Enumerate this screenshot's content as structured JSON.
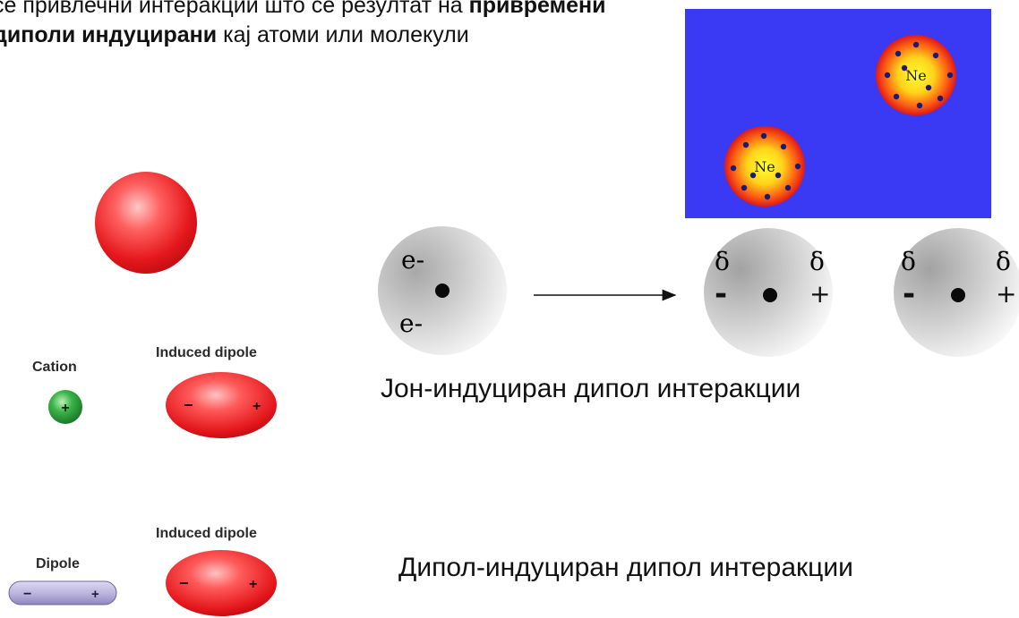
{
  "intro": {
    "line1_prefix": "се привлечни интеракции што се резултат на",
    "line1_bold": "привремени",
    "line2_bold": "диполи индуцирани",
    "line2_rest": "кај атоми или молекули"
  },
  "neon_panel": {
    "atom_label": "Ne",
    "background": "#3a3af5"
  },
  "left_figures": {
    "cation_label": "Cation",
    "cation_sign": "+",
    "induced_dipole_label_1": "Induced dipole",
    "dipole_label": "Dipole",
    "induced_dipole_label_2": "Induced dipole",
    "minus_sign": "−",
    "plus_sign": "+"
  },
  "polarization_diagram": {
    "electron_label": "e-",
    "delta": "δ",
    "minus": "-",
    "plus": "+"
  },
  "captions": {
    "ion_induced": "Јон-индуциран дипол интеракции",
    "dipole_induced": "Дипол-индуциран дипол интеракции"
  },
  "colors": {
    "red_sphere": "#e8262a",
    "cation_green": "#2e9a3a",
    "dipole_lavender": "#b9b2dc"
  }
}
